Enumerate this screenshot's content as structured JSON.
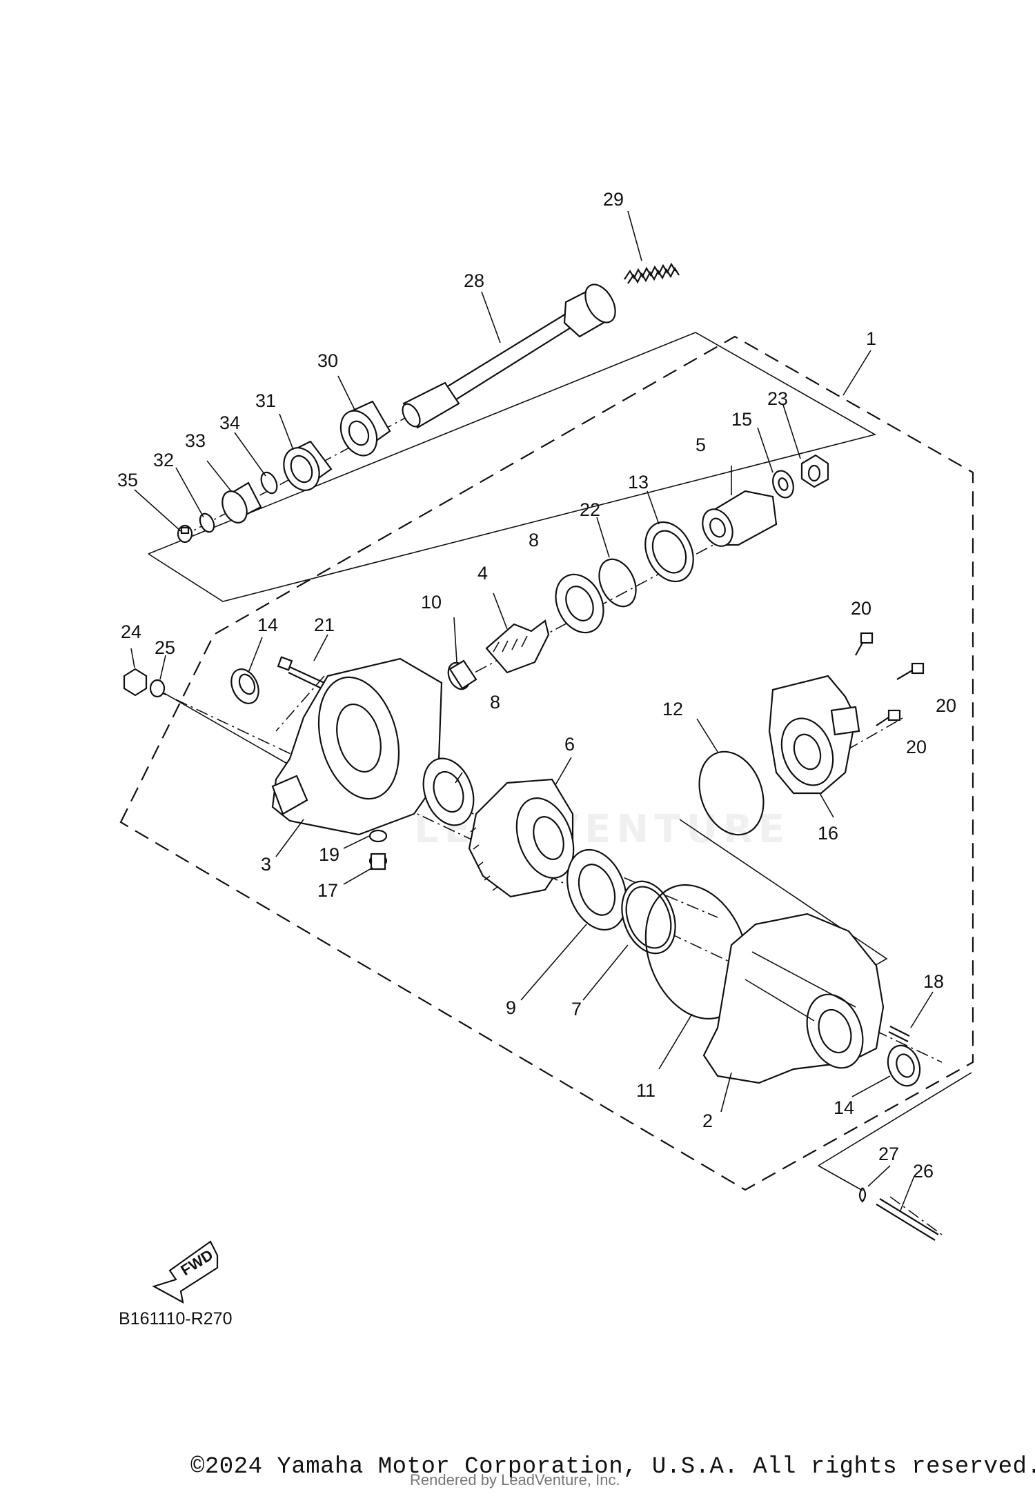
{
  "diagram_code": "B161110-R270",
  "fwd_label": "FWD",
  "copyright": "©2024 Yamaha Motor Corporation, U.S.A. All rights reserved.",
  "rendered_by": "Rendered by LeadVenture, Inc.",
  "watermark": "LEADVENTURE",
  "callouts": {
    "c1": "1",
    "c2": "2",
    "c3": "3",
    "c4": "4",
    "c5": "5",
    "c6": "6",
    "c7": "7",
    "c8a": "8",
    "c8b": "8",
    "c9": "9",
    "c10": "10",
    "c11": "11",
    "c12": "12",
    "c13": "13",
    "c14a": "14",
    "c14b": "14",
    "c15": "15",
    "c16": "16",
    "c17": "17",
    "c18": "18",
    "c19": "19",
    "c20a": "20",
    "c20b": "20",
    "c20c": "20",
    "c21": "21",
    "c22": "22",
    "c23": "23",
    "c24": "24",
    "c25": "25",
    "c26": "26",
    "c27": "27",
    "c28": "28",
    "c29": "29",
    "c30": "30",
    "c31": "31",
    "c32": "32",
    "c33": "33",
    "c34": "34",
    "c35": "35"
  }
}
